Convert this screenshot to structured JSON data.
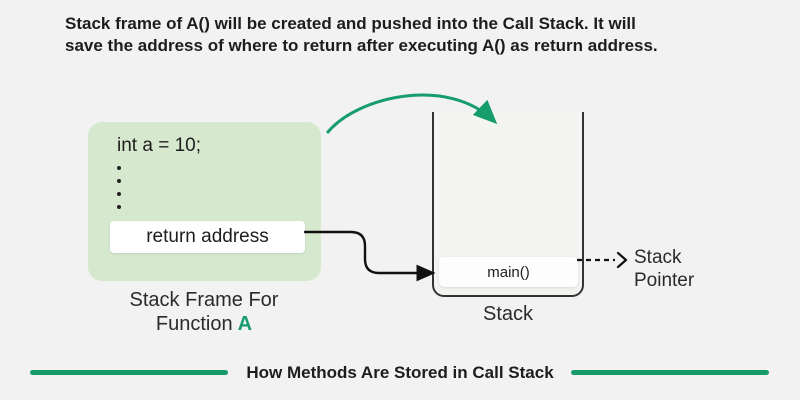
{
  "header": {
    "line1": "Stack frame of A() will be created and pushed into the Call Stack. It will",
    "line2": "save the address of where to return after executing A() as return address."
  },
  "stack_frame": {
    "code_line": "int a = 10;",
    "return_address_label": "return address",
    "caption_line1": "Stack Frame For",
    "caption_line2_prefix": "Function",
    "caption_line2_accent": "A"
  },
  "stack": {
    "main_label": "main()",
    "stack_label": "Stack",
    "pointer_label": "Stack Pointer"
  },
  "footer": {
    "title": "How Methods Are Stored in Call Stack"
  },
  "icons": {
    "push_arrow": "curved-green-arrow",
    "return_address_arrow": "elbow-black-arrow",
    "stack_pointer_arrow": "dashed-black-arrow",
    "vertical_ellipsis": "code-continuation-dots"
  },
  "colors": {
    "background": "#f1f2f1",
    "frame_green": "#d6e9ce",
    "accent_green": "#169c6d",
    "text_dark": "#1d1d1d",
    "stack_border": "#333333"
  }
}
